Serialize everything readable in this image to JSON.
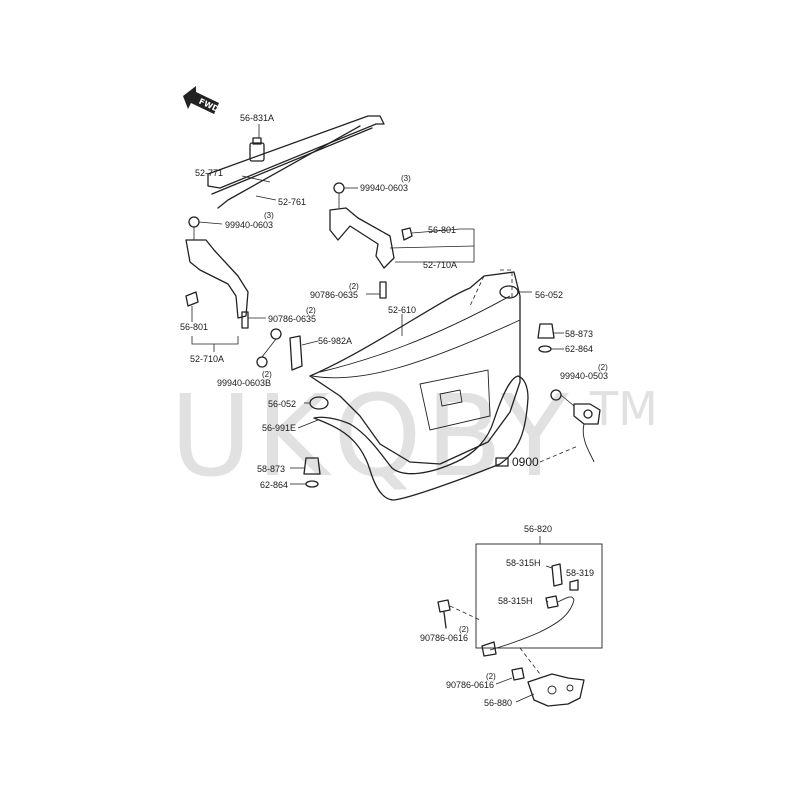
{
  "orientation": {
    "direction_label": "FWD",
    "icon": "forward-arrow-icon"
  },
  "watermark": {
    "brand": "UKQBY",
    "mark": "TM"
  },
  "labels": {
    "p56_831A": "56-831A",
    "p52_771": "52-771",
    "p52_761": "52-761",
    "p99940_0603_top": "99940-0603",
    "q_top": "(3)",
    "p99940_0603_left": "99940-0603",
    "q_left": "(3)",
    "p56_801_right": "56-801",
    "p52_710A_right": "52-710A",
    "p90786_0635_top": "90786-0635",
    "q_0635_top": "(2)",
    "p56_052_top": "56-052",
    "p52_610": "52-610",
    "p56_801_left": "56-801",
    "p90786_0635_left": "90786-0635",
    "q_0635_left": "(2)",
    "p56_982A": "56-982A",
    "p58_873_right": "58-873",
    "p62_864_right": "62-864",
    "p52_710A_left": "52-710A",
    "p99940_0603B": "99940-0603B",
    "q_0603B": "(2)",
    "p99940_0503": "99940-0503",
    "q_0503": "(2)",
    "p56_052_left": "56-052",
    "p56_991E": "56-991E",
    "p0900": "0900",
    "p58_873_left": "58-873",
    "p62_864_left": "62-864",
    "p56_820": "56-820",
    "p58_315H_a": "58-315H",
    "p58_319": "58-319",
    "p58_315H_b": "58-315H",
    "p90786_0616_a": "90786-0616",
    "q_0616_a": "(2)",
    "p90786_0616_b": "90786-0616",
    "q_0616_b": "(2)",
    "p56_880": "56-880"
  }
}
